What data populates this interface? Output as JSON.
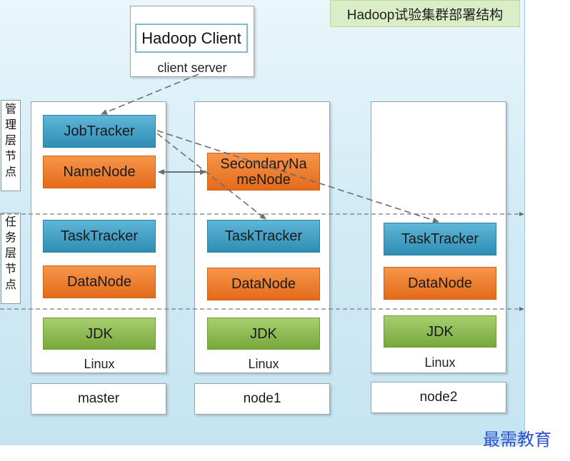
{
  "title": "Hadoop试验集群部署结构",
  "client": {
    "name": "Hadoop Client",
    "caption": "client server"
  },
  "layers": {
    "management": "管理层节点",
    "task": "任务层节点"
  },
  "nodes": {
    "master": {
      "job_tracker": "JobTracker",
      "name_node": "NameNode",
      "task_tracker": "TaskTracker",
      "data_node": "DataNode",
      "jdk": "JDK",
      "os": "Linux",
      "host": "master"
    },
    "node1": {
      "secondary_line1": "SecondaryNa",
      "secondary_line2": "meNode",
      "task_tracker": "TaskTracker",
      "data_node": "DataNode",
      "jdk": "JDK",
      "os": "Linux",
      "host": "node1"
    },
    "node2": {
      "task_tracker": "TaskTracker",
      "data_node": "DataNode",
      "jdk": "JDK",
      "os": "Linux",
      "host": "node2"
    }
  },
  "watermark": "最需教育",
  "colors": {
    "task_blue": "#3b9fc7",
    "data_orange": "#ee7d2e",
    "jdk_green": "#8cbf55",
    "title_green": "#d9edc6",
    "background": "#d3ecf6"
  }
}
